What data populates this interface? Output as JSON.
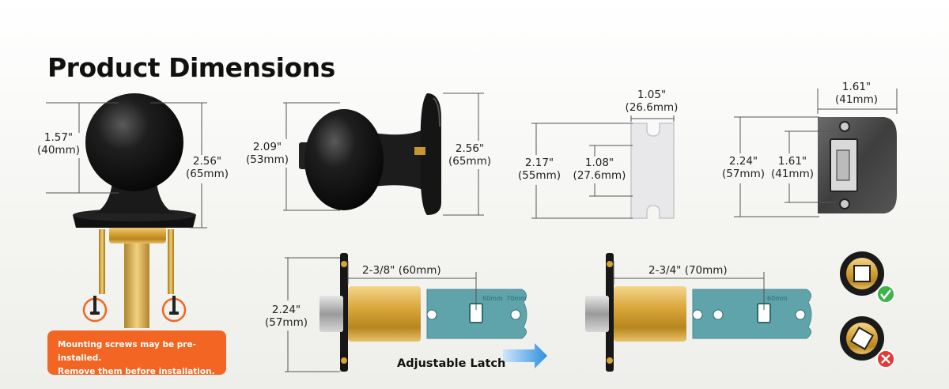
{
  "title": "Product Dimensions",
  "knob_front": {
    "height_label": "1.57\"",
    "height_mm": "(40mm)",
    "total_label": "2.56\"",
    "total_mm": "(65mm)"
  },
  "knob_side": {
    "knob_label": "2.09\"",
    "knob_mm": "(53mm)",
    "rose_label": "2.56\"",
    "rose_mm": "(65mm)"
  },
  "strike_box": {
    "width_label": "1.05\"",
    "width_mm": "(26.6mm)",
    "outer_label": "2.17\"",
    "outer_mm": "(55mm)",
    "inner_label": "1.08\"",
    "inner_mm": "(27.6mm)"
  },
  "strike_plate": {
    "width_label": "1.61\"",
    "width_mm": "(41mm)",
    "outer_label": "2.24\"",
    "outer_mm": "(57mm)",
    "inner_label": "1.61\"",
    "inner_mm": "(41mm)"
  },
  "latch": {
    "height_label": "2.24\"",
    "height_mm": "(57mm)",
    "backset_short": "2-3/8\" (60mm)",
    "backset_long": "2-3/4\" (70mm)",
    "plate_mark_a": "60mm",
    "plate_mark_b": "70mm",
    "adjustable_label": "Adjustable Latch"
  },
  "note": {
    "line1": "Mounting screws may be pre-installed.",
    "line2": "Remove them before installation."
  },
  "colors": {
    "accent": "#f26522",
    "latch_plate": "#5fa3ab",
    "brass": "#d4a43a",
    "knob": "#141414",
    "ok": "#3cb44a",
    "bad": "#e53935",
    "arrow": "#2d8fe0"
  },
  "icons": [
    "check-icon",
    "cross-icon",
    "arrow-right-icon"
  ]
}
